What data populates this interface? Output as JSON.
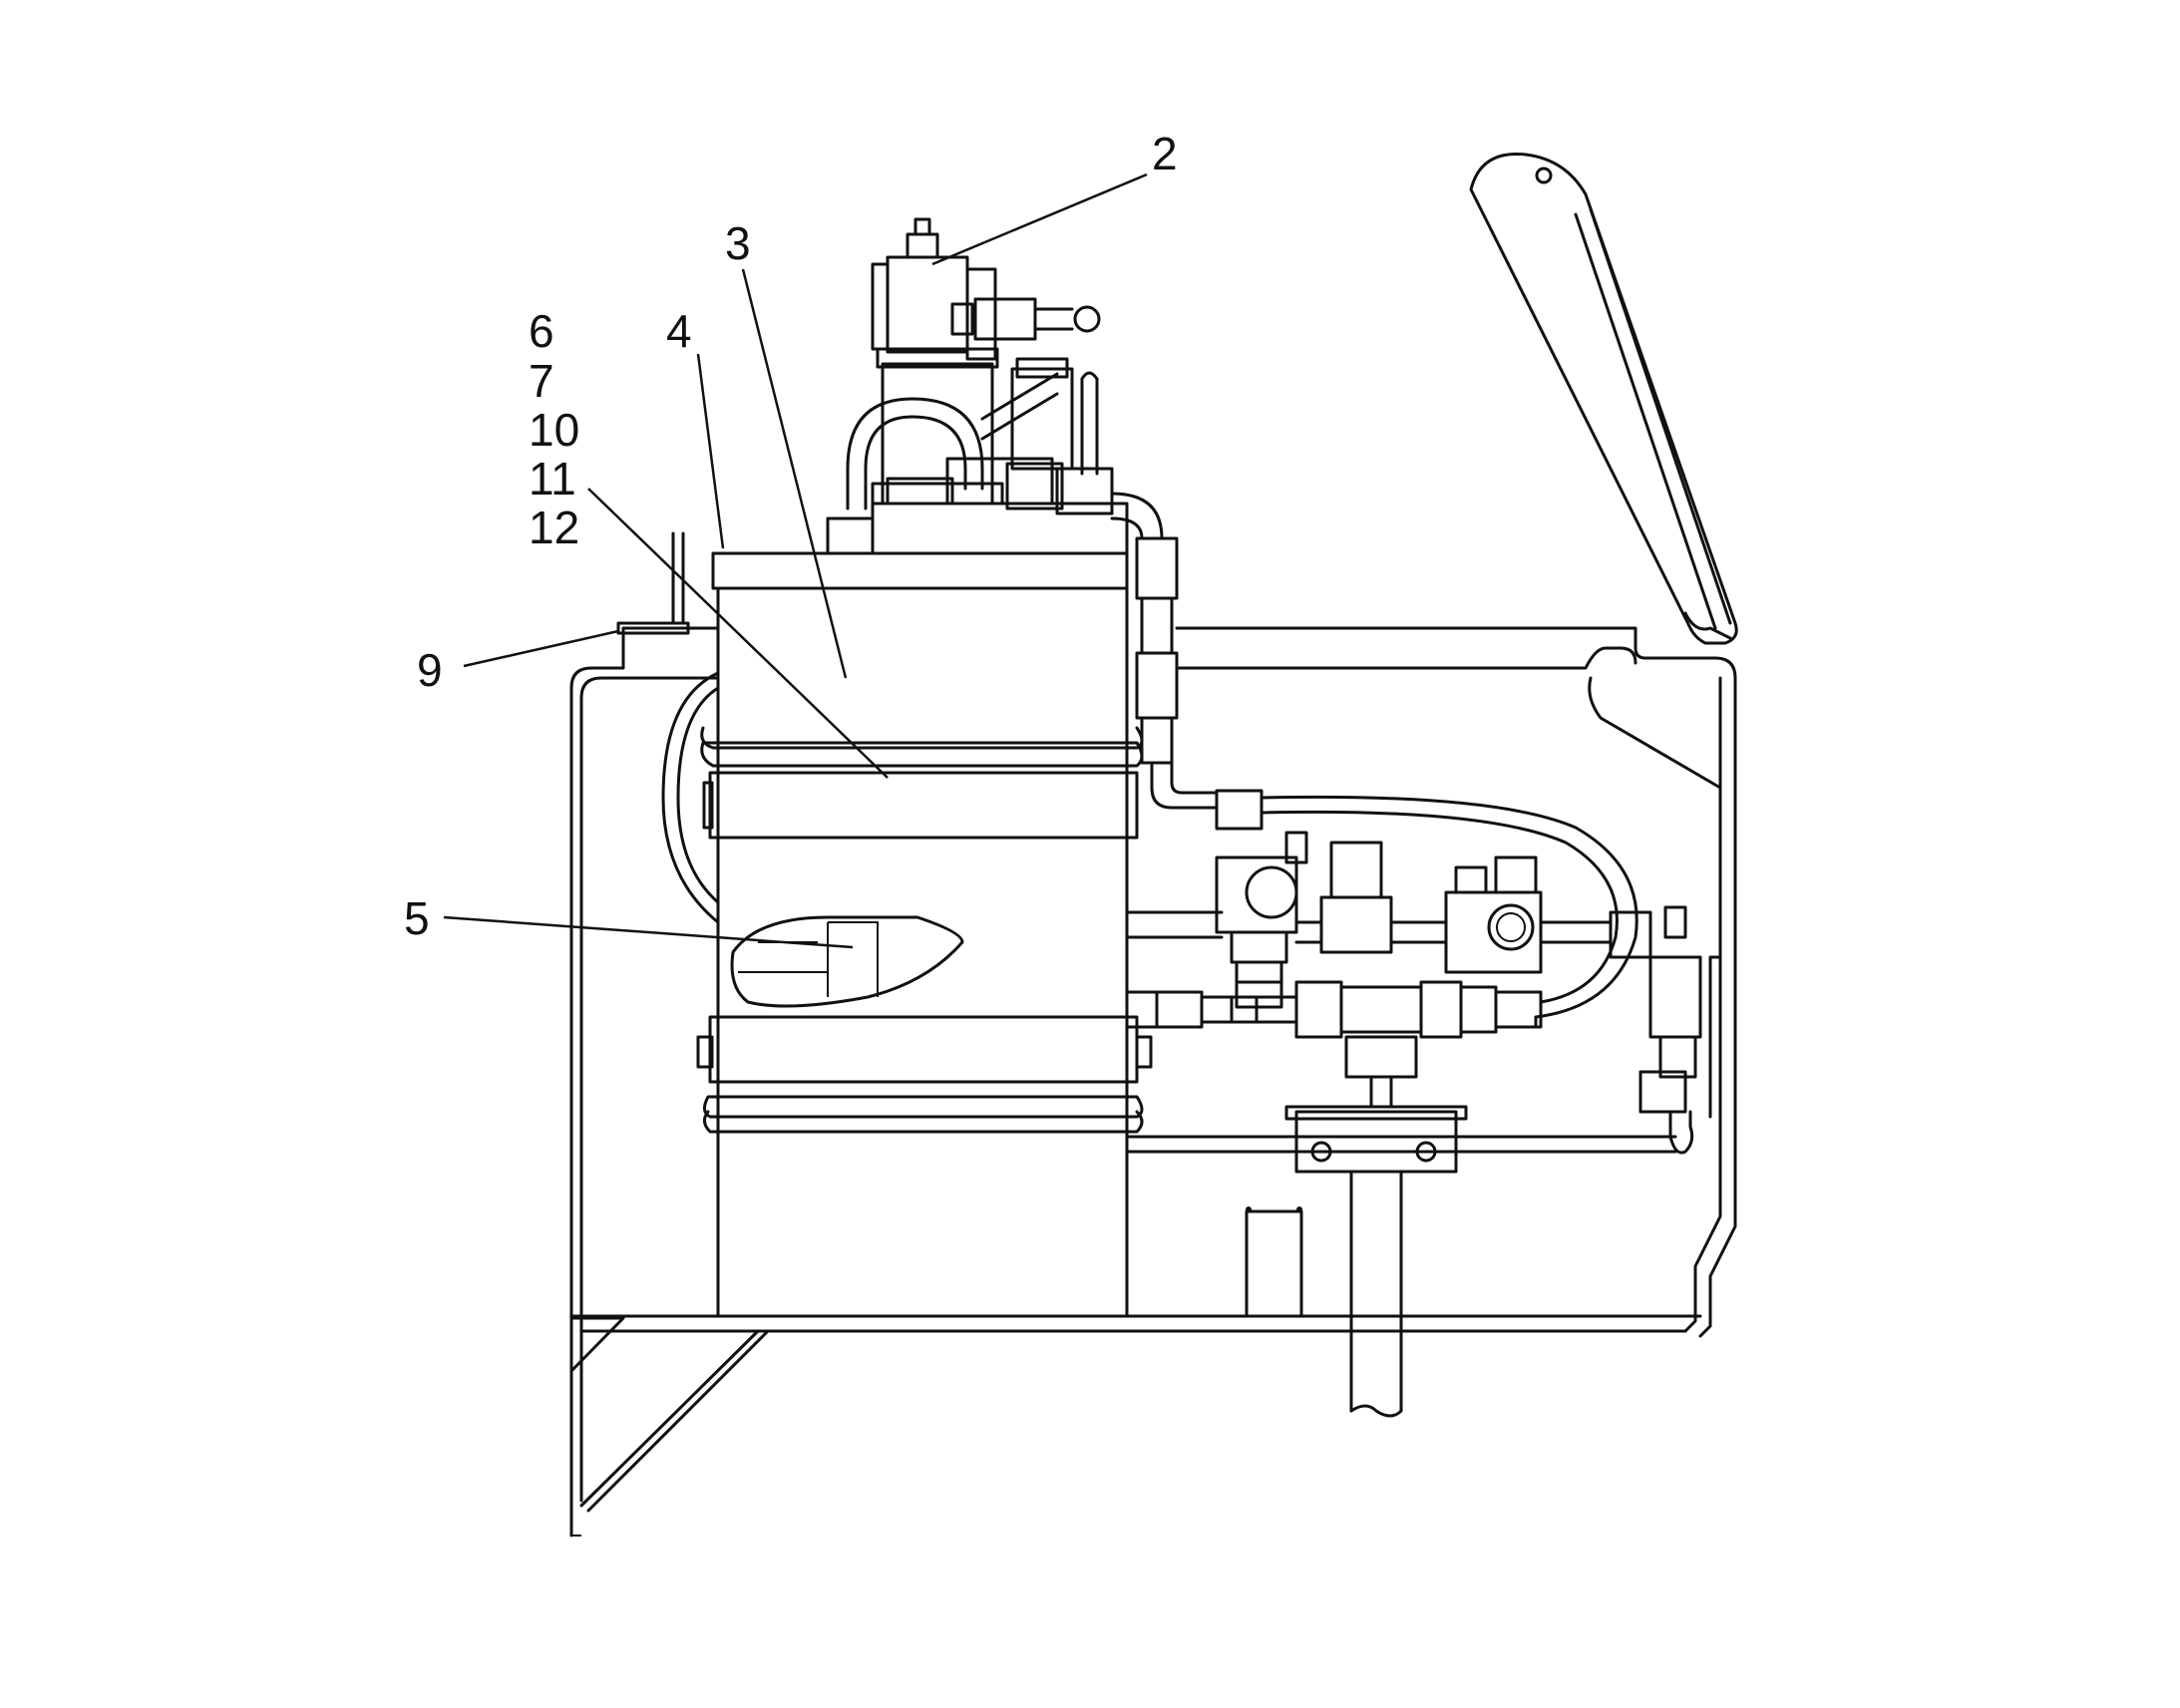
{
  "diagram": {
    "callouts": [
      {
        "id": "c2",
        "label": "2"
      },
      {
        "id": "c3",
        "label": "3"
      },
      {
        "id": "c4",
        "label": "4"
      },
      {
        "id": "c6",
        "label": "6"
      },
      {
        "id": "c7",
        "label": "7"
      },
      {
        "id": "c10",
        "label": "10"
      },
      {
        "id": "c11",
        "label": "11"
      },
      {
        "id": "c12",
        "label": "12"
      },
      {
        "id": "c9",
        "label": "9"
      },
      {
        "id": "c5",
        "label": "5"
      }
    ]
  }
}
